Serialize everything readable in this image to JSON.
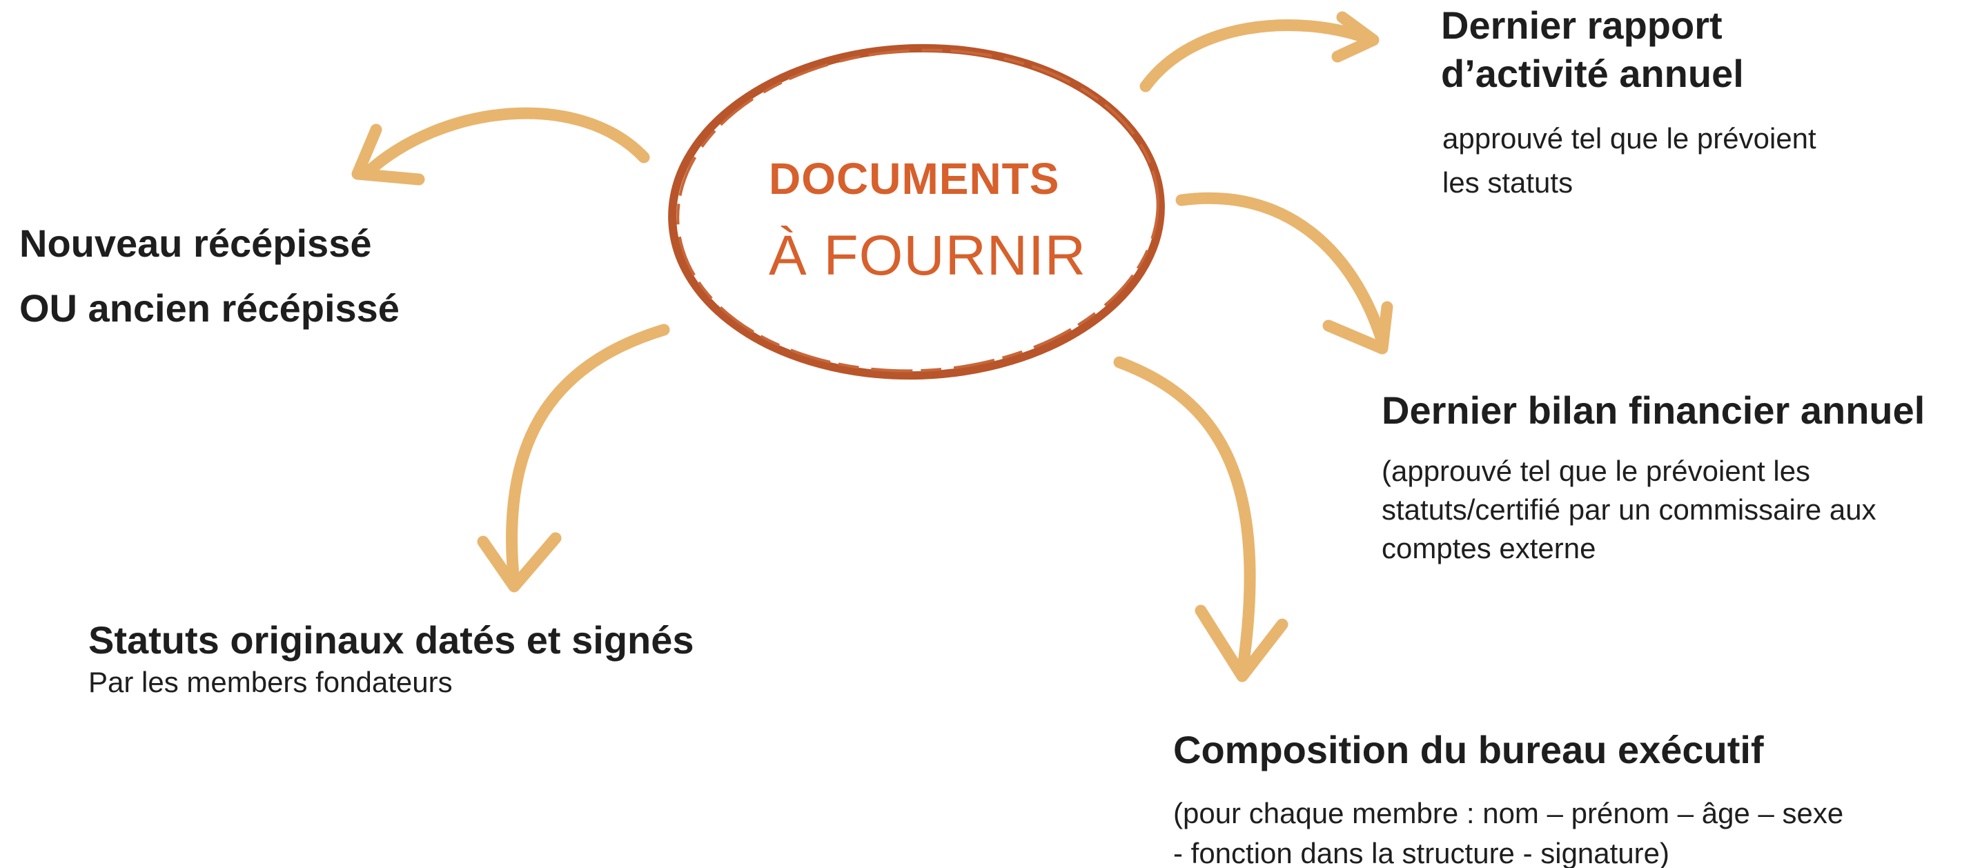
{
  "colors": {
    "arrow": "#E8B56E",
    "ellipse": "#B9552A",
    "title": "#D7602C",
    "text": "#1E1E1E"
  },
  "center": {
    "title": "DOCUMENTS",
    "subtitle": "À FOURNIR"
  },
  "items": {
    "recepisse": {
      "lines": [
        "Nouveau récépissé",
        "OU ancien récépissé"
      ]
    },
    "rapport": {
      "title_lines": [
        "Dernier rapport",
        "d’activité annuel"
      ],
      "detail_lines": [
        "approuvé tel que le prévoient",
        "les statuts"
      ]
    },
    "bilan": {
      "title": "Dernier bilan financier annuel",
      "detail_lines": [
        "(approuvé tel que le prévoient les",
        "statuts/certifié par un commissaire aux",
        "comptes externe"
      ]
    },
    "statuts": {
      "title": "Statuts originaux datés et signés",
      "detail": "Par les members fondateurs"
    },
    "bureau": {
      "title": "Composition du bureau exécutif",
      "detail_lines": [
        "(pour chaque membre : nom – prénom – âge – sexe",
        "- fonction dans la structure - signature)"
      ]
    }
  }
}
